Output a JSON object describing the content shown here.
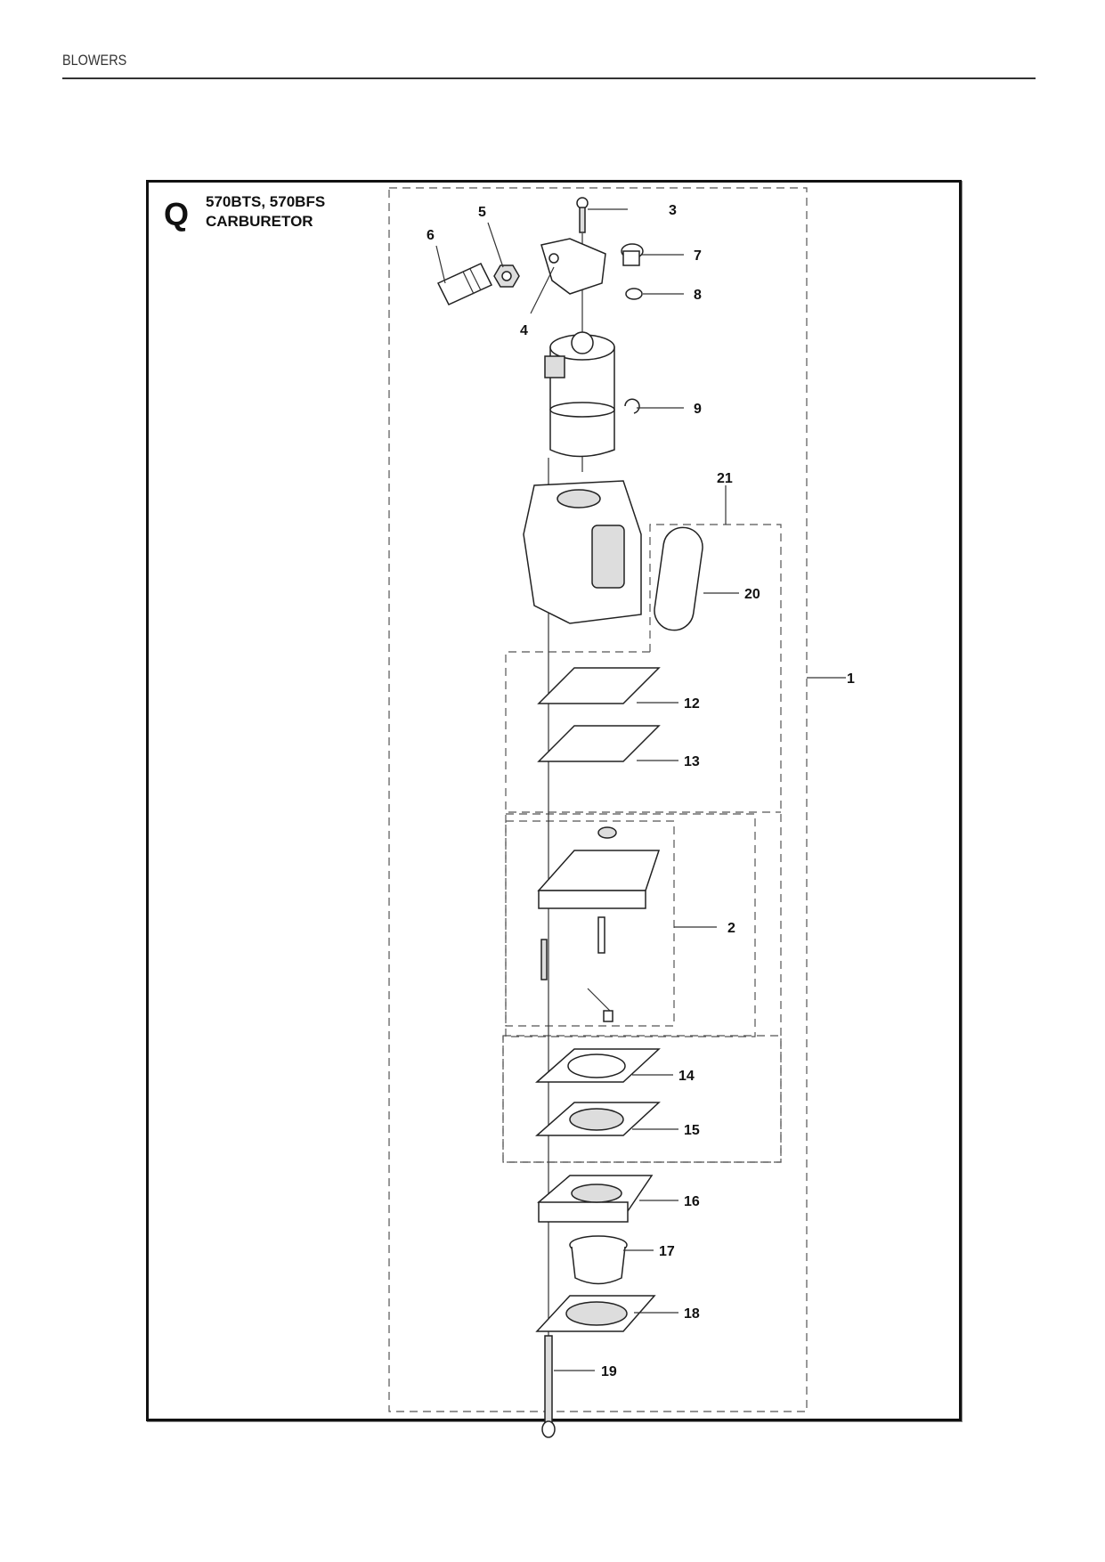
{
  "header": {
    "section": "BLOWERS"
  },
  "diagram": {
    "letter": "Q",
    "models": "570BTS, 570BFS",
    "title": "CARBURETOR",
    "callouts": [
      "1",
      "2",
      "3",
      "4",
      "5",
      "6",
      "7",
      "8",
      "9",
      "12",
      "13",
      "14",
      "15",
      "16",
      "17",
      "18",
      "19",
      "20",
      "21"
    ]
  }
}
